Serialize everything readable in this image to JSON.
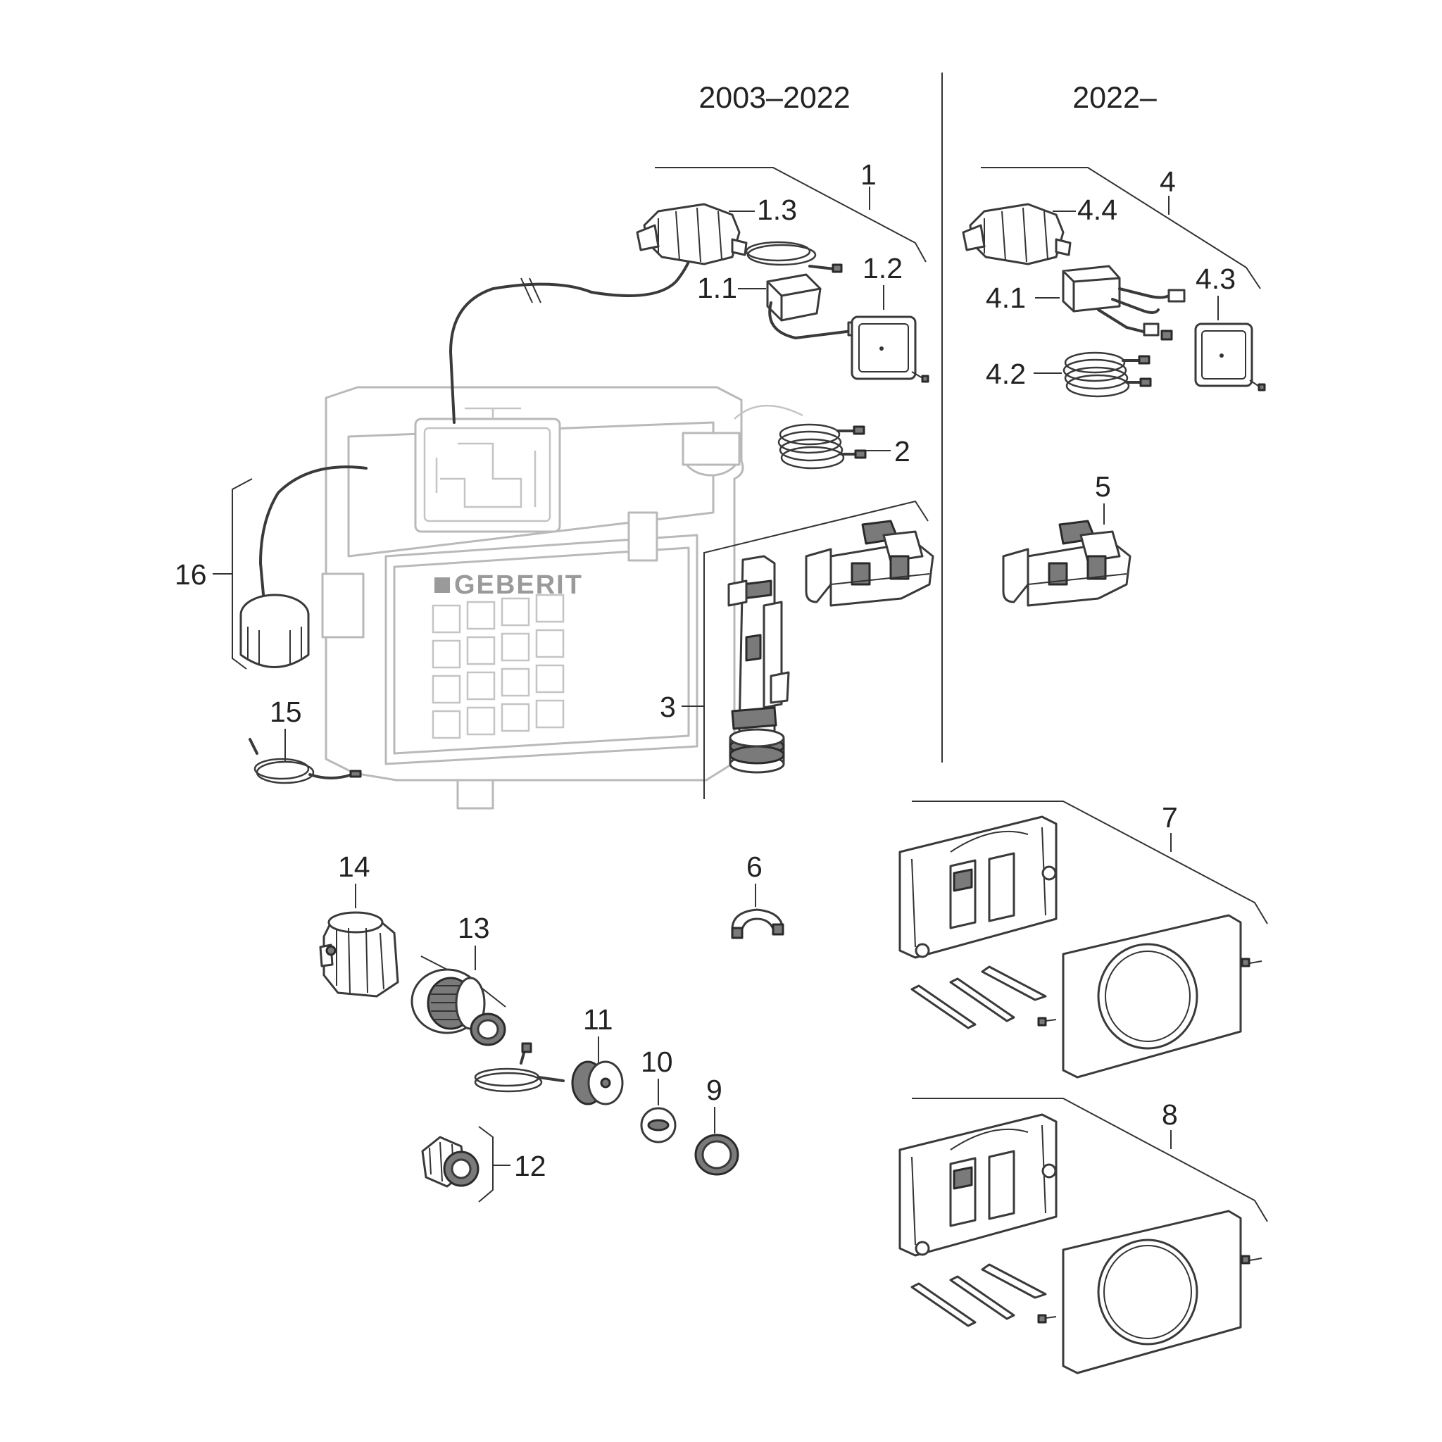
{
  "headers": {
    "left_period": "2003–2022",
    "right_period": "2022–"
  },
  "brand": "GEBERIT",
  "labels": {
    "p1": "1",
    "p1_1": "1.1",
    "p1_2": "1.2",
    "p1_3": "1.3",
    "p2": "2",
    "p3": "3",
    "p4": "4",
    "p4_1": "4.1",
    "p4_2": "4.2",
    "p4_3": "4.3",
    "p4_4": "4.4",
    "p5": "5",
    "p6": "6",
    "p7": "7",
    "p8": "8",
    "p9": "9",
    "p10": "10",
    "p11": "11",
    "p12": "12",
    "p13": "13",
    "p14": "14",
    "p15": "15",
    "p16": "16"
  },
  "colors": {
    "line": "#333333",
    "cistern_gray": "#b9b9b9",
    "dark_part": "#7a7a7a"
  }
}
